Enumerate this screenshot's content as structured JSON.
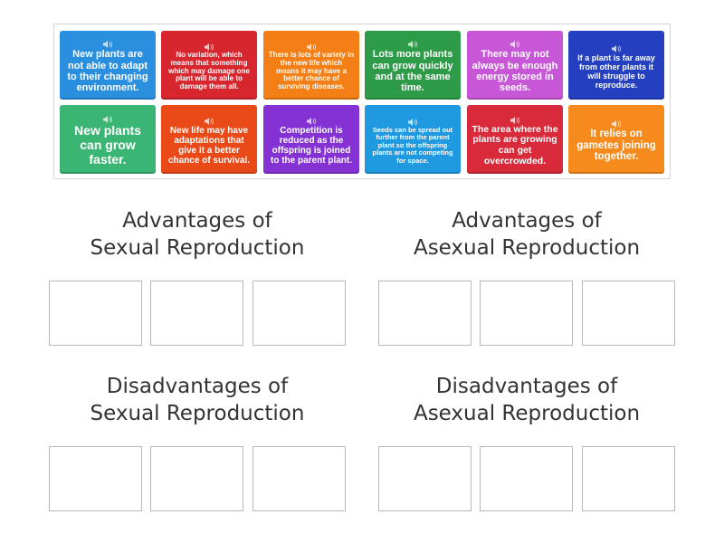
{
  "cards": [
    {
      "text": "New plants are not able to adapt to their changing environment.",
      "color": "#2b8fe0",
      "size": 11
    },
    {
      "text": "No variation, which means that something which may damage one plant will be able to damage them all.",
      "color": "#d8262f",
      "size": 8
    },
    {
      "text": "There is lots of variety in the new life which means it may have a better chance of surviving diseases.",
      "color": "#f47f16",
      "size": 8
    },
    {
      "text": "Lots more plants can grow quickly and at the same time.",
      "color": "#2d9b48",
      "size": 11
    },
    {
      "text": "There may not always be enough energy stored in seeds.",
      "color": "#c857d8",
      "size": 11
    },
    {
      "text": "If a plant is far away from other plants it will struggle to reproduce.",
      "color": "#2440c0",
      "size": 9
    },
    {
      "text": "New plants can grow faster.",
      "color": "#3ab574",
      "size": 14
    },
    {
      "text": "New life may have adaptations that give it a better chance of survival.",
      "color": "#ea4a18",
      "size": 10
    },
    {
      "text": "Competition is reduced as the offspring is joined to the parent plant.",
      "color": "#8432d4",
      "size": 10
    },
    {
      "text": "Seeds can be spread out further from the parent plant so the offspring plants are not competing for space.",
      "color": "#1f9ae0",
      "size": 7.5
    },
    {
      "text": "The area where the plants are growing can get overcrowded.",
      "color": "#d82a3a",
      "size": 10.5
    },
    {
      "text": "It relies on gametes joining together.",
      "color": "#f68a1c",
      "size": 11.5
    }
  ],
  "groups": [
    {
      "line1": "Advantages of",
      "line2": "Sexual Reproduction"
    },
    {
      "line1": "Advantages of",
      "line2": "Asexual Reproduction"
    },
    {
      "line1": "Disadvantages of",
      "line2": "Sexual Reproduction"
    },
    {
      "line1": "Disadvantages of",
      "line2": "Asexual Reproduction"
    }
  ],
  "icons": {
    "card_audio": "speaker-icon"
  }
}
